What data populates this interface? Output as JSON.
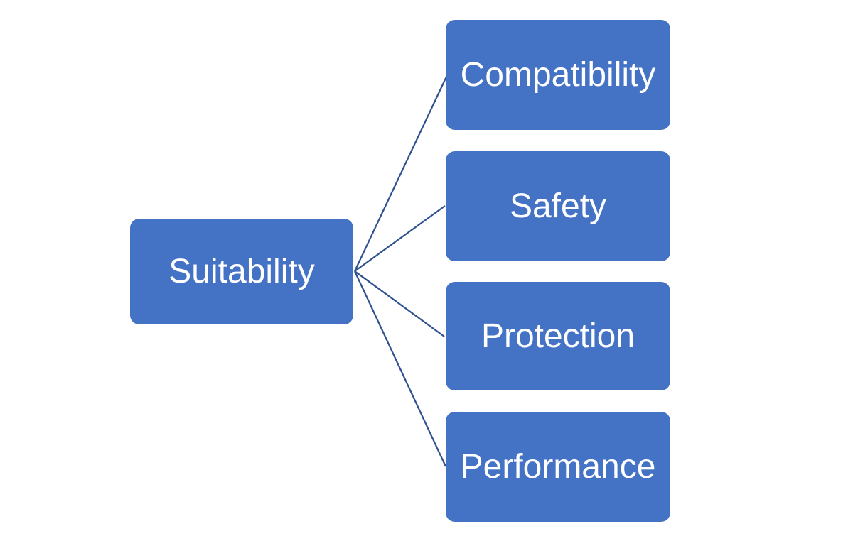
{
  "diagram": {
    "type": "radial-fan",
    "root": {
      "label": "Suitability"
    },
    "children": [
      {
        "label": "Compatibility"
      },
      {
        "label": "Safety"
      },
      {
        "label": "Protection"
      },
      {
        "label": "Performance"
      }
    ]
  },
  "colors": {
    "background": "#ffffff",
    "node_fill": "#4472C4",
    "node_text": "#ffffff",
    "connector": "#2F528F"
  }
}
